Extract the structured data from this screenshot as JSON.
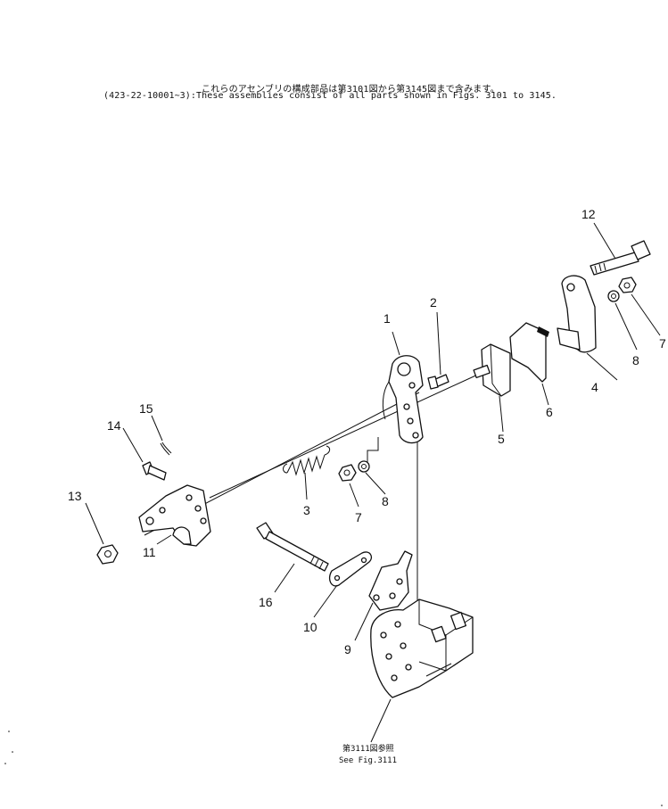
{
  "header": {
    "japanese_note": "これらのアセンブリの構成部品は第3101図から第3145図まで含みます。",
    "english_note": "(423-22-10001~3):These assemblies consist of all parts shown in Figs. 3101 to 3145."
  },
  "callouts": {
    "c1": "1",
    "c2": "2",
    "c3": "3",
    "c4": "4",
    "c5": "5",
    "c6": "6",
    "c7a": "7",
    "c7b": "7",
    "c8a": "8",
    "c8b": "8",
    "c9": "9",
    "c10": "10",
    "c11": "11",
    "c12": "12",
    "c13": "13",
    "c14": "14",
    "c15": "15",
    "c16": "16"
  },
  "reference": {
    "japanese": "第3111図参照",
    "english": "See Fig.3111"
  }
}
